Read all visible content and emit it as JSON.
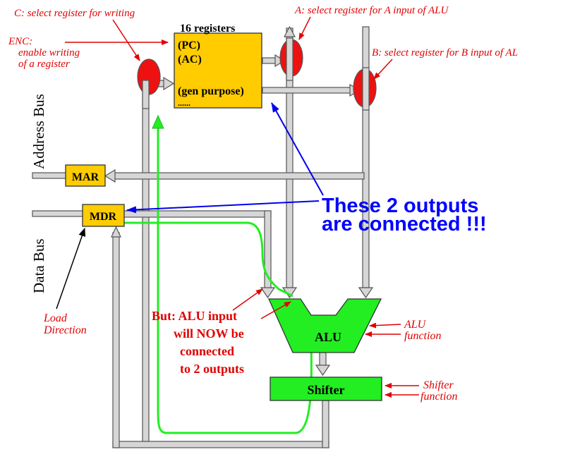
{
  "labels": {
    "c_note": "C: select register for writing",
    "a_note": "A: select register for A input of ALU",
    "b_note": "B: select register for B input of AL",
    "enc_1": "ENC:",
    "enc_2": "enable writing",
    "enc_3": "of a register",
    "registers_title": "16 registers",
    "reg_pc": "(PC)",
    "reg_ac": "(AC)",
    "reg_gen": "(gen purpose)",
    "reg_more": "......",
    "address_bus": "Address Bus",
    "data_bus": "Data Bus",
    "mar": "MAR",
    "mdr": "MDR",
    "connected_1": "These 2 outputs",
    "connected_2": "are connected !!!",
    "load_1": "Load",
    "load_2": "Direction",
    "but_1": "But: ALU input",
    "but_2": "will NOW be",
    "but_3": "connected",
    "but_4": "to 2 outputs",
    "alu": "ALU",
    "alu_fn_1": "ALU",
    "alu_fn_2": "function",
    "shifter": "Shifter",
    "shifter_fn_1": "Shifter",
    "shifter_fn_2": "function"
  },
  "colors": {
    "register_fill": "#ffcc00",
    "selector_fill": "#ee1111",
    "alu_fill": "#22ee22",
    "green_wire": "#22ee22",
    "blue_arrow": "#0000ee",
    "red_annotation": "#e00000",
    "bus_fill": "#d6d6d6"
  }
}
